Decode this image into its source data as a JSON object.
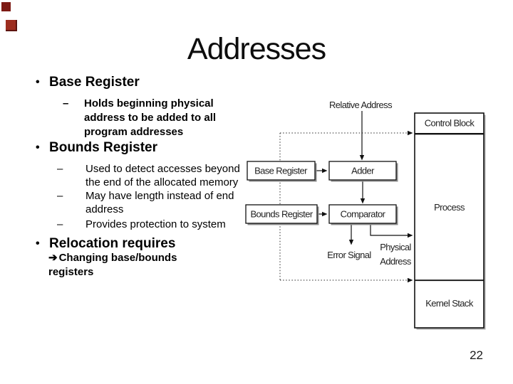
{
  "slide": {
    "title": "Addresses",
    "page_number": "22"
  },
  "glyphs": {
    "bullet": "•",
    "dash": "–",
    "arrow": "➔"
  },
  "bullets": {
    "base_register": {
      "heading": "Base Register",
      "sub_bold_lines": [
        "Holds beginning physical",
        "address to be added to all",
        "program addresses"
      ]
    },
    "bounds_register": {
      "heading": "Bounds Register",
      "sub_items": [
        {
          "lines": [
            "Used to detect accesses beyond",
            "the end of the allocated memory"
          ]
        },
        {
          "lines": [
            "May have length instead of end",
            "address"
          ]
        },
        {
          "lines": [
            "Provides protection to system"
          ]
        }
      ]
    },
    "relocation": {
      "heading": "Relocation requires",
      "note_lines": [
        "Changing base/bounds",
        "registers"
      ]
    }
  },
  "diagram": {
    "relative_address": "Relative Address",
    "base_register": "Base Register",
    "adder": "Adder",
    "bounds_register": "Bounds Register",
    "comparator": "Comparator",
    "error_signal": "Error Signal",
    "physical_address_line1": "Physical",
    "physical_address_line2": "Address",
    "control_block": "Control Block",
    "process": "Process",
    "kernel_stack": "Kernel Stack"
  },
  "colors": {
    "background": "#ffffff",
    "text": "#000000",
    "diagram_line": "#1a1a1a",
    "box_shadow": "#8c8c8c",
    "decor_square_1": "#7d1a14",
    "decor_square_2": "#9d2d1f"
  }
}
